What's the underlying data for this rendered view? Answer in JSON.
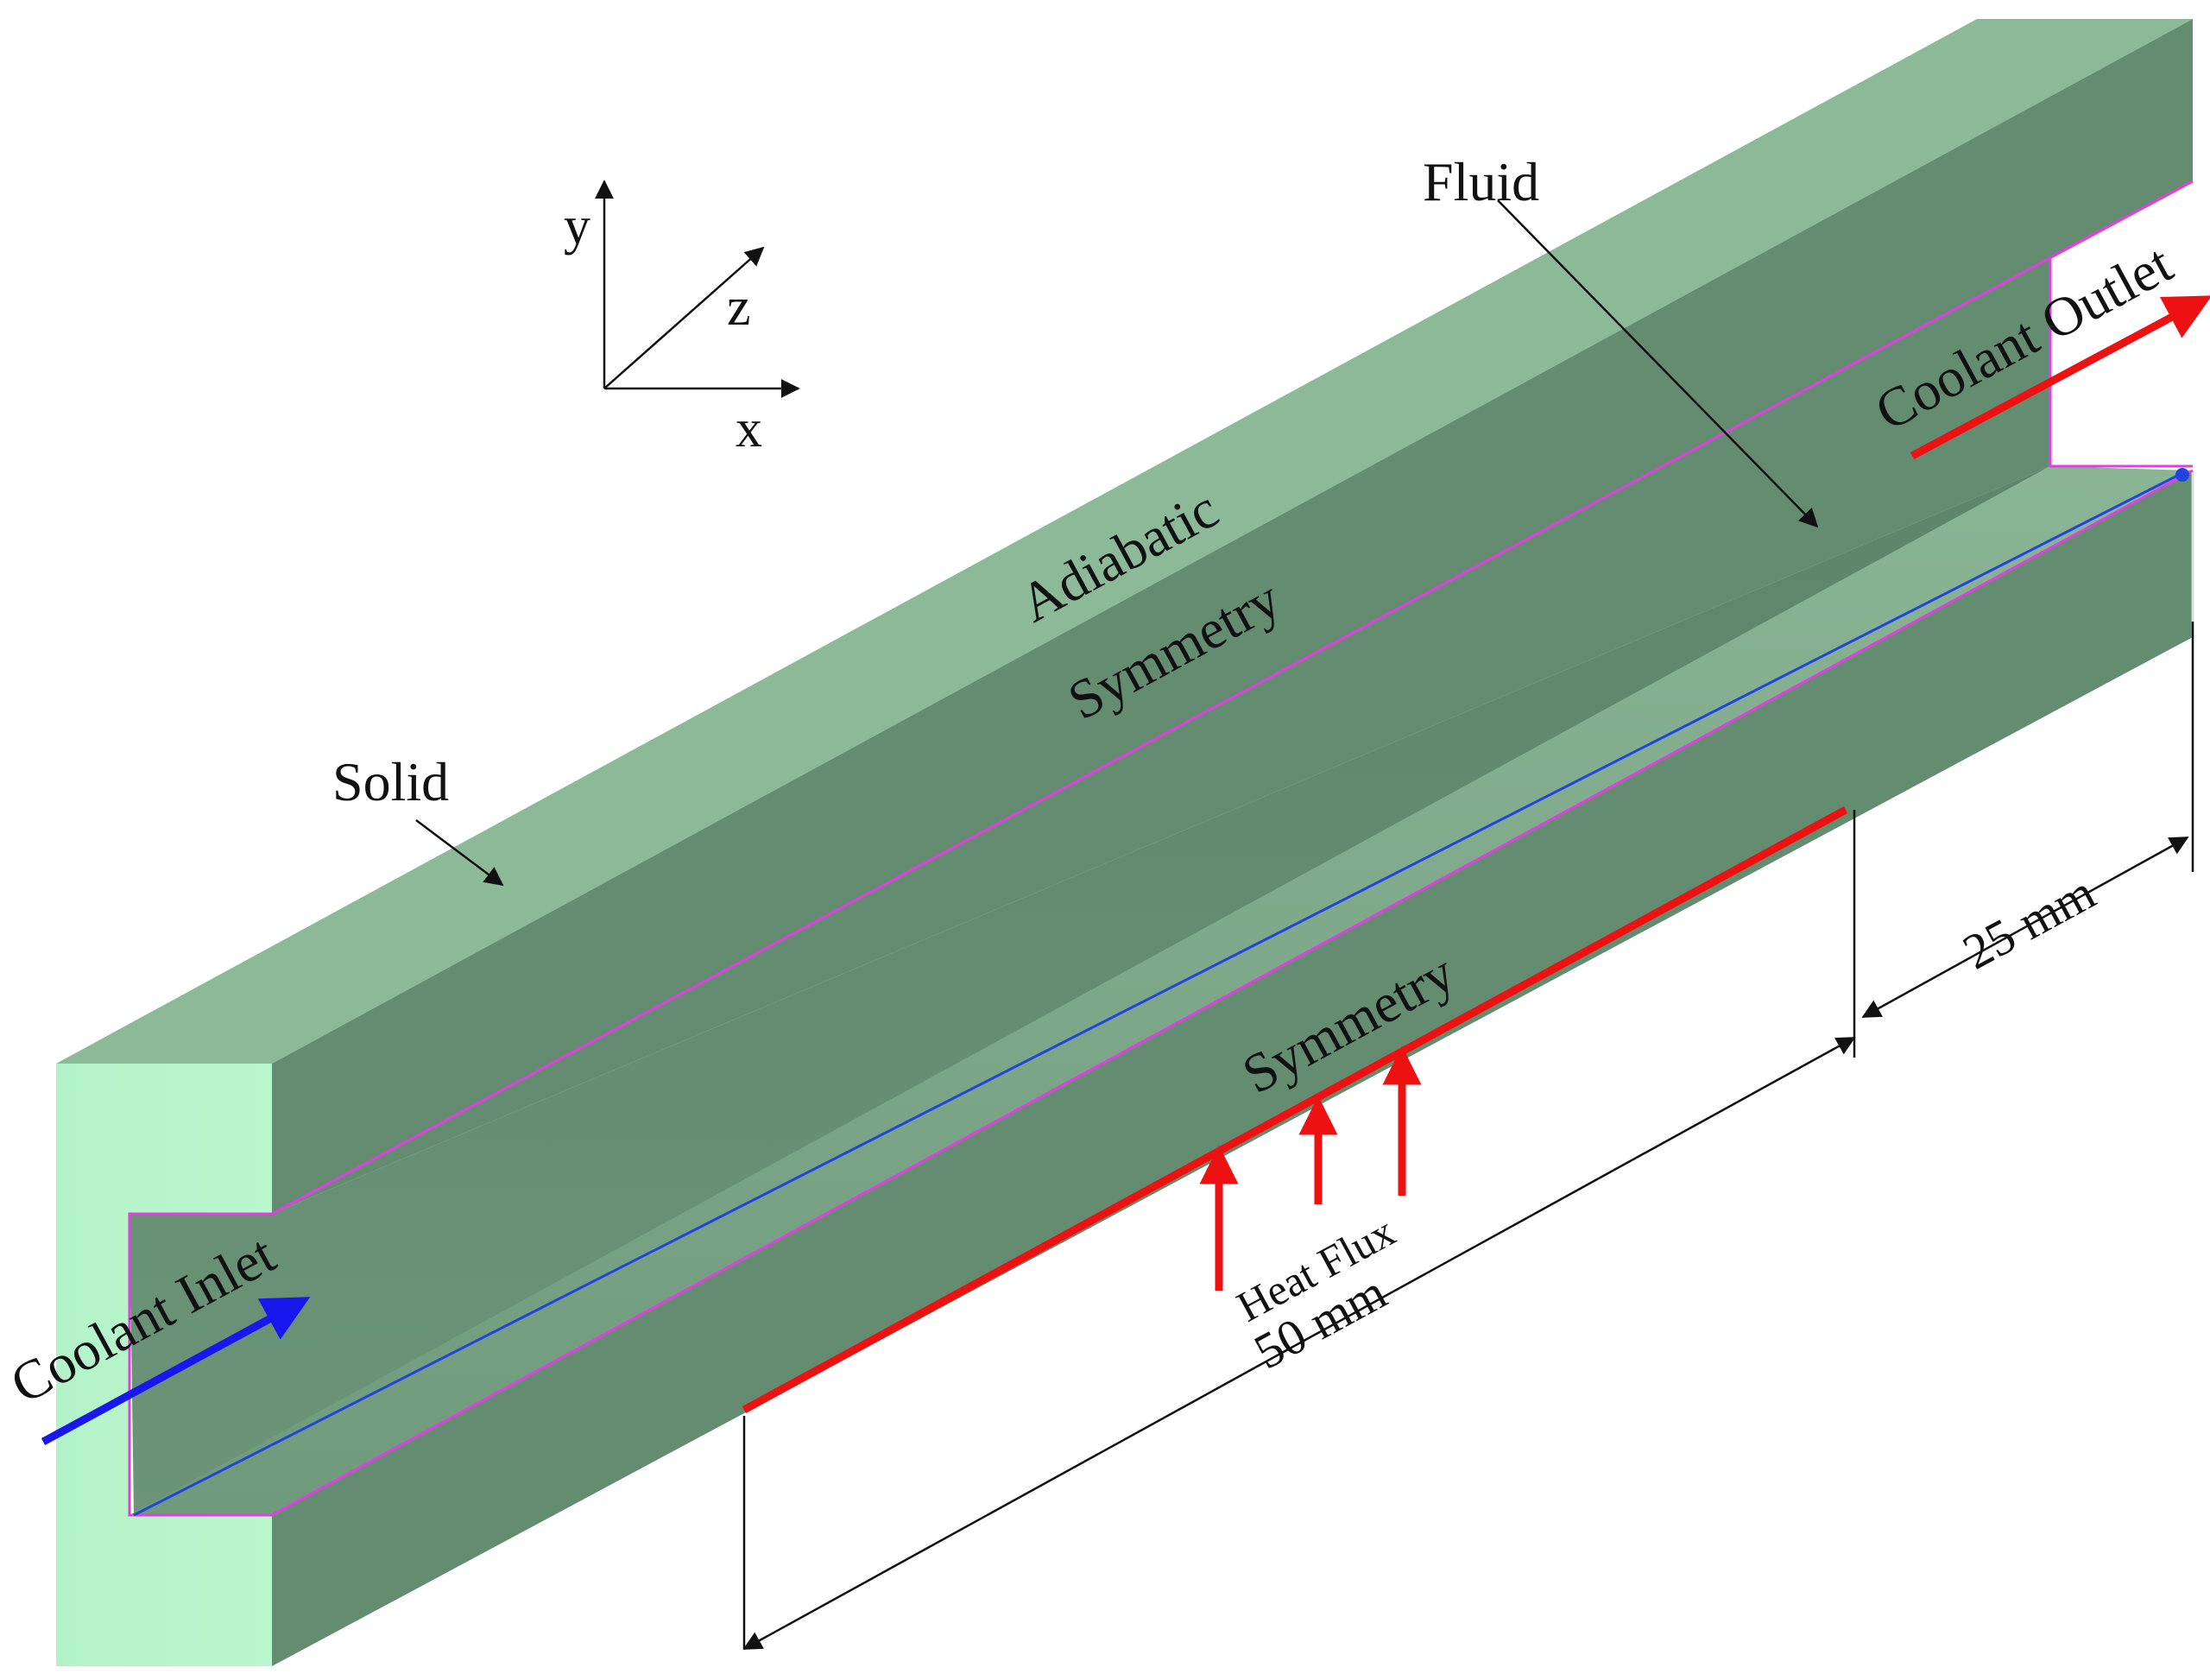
{
  "labels": {
    "fluid": "Fluid",
    "solid": "Solid",
    "adiabatic": "Adiabatic",
    "symmetry_top": "Symmetry",
    "symmetry_bottom": "Symmetry",
    "coolant_inlet": "Coolant Inlet",
    "coolant_outlet": "Coolant Outlet",
    "heat_flux": "Heat Flux",
    "dim_50": "50 mm",
    "dim_25": "25 mm"
  },
  "axes": {
    "y": "y",
    "z": "z",
    "x": "x"
  },
  "colors": {
    "solid_top": "#8cba98",
    "solid_front": "#b6f5cb",
    "fluid_dark": "#618a6e",
    "fluid_mid": "#6e9c7c",
    "interface_line": "#e040e0",
    "symmetry_plane_line": "#2244dd",
    "heat_flux": "#ee1111",
    "inlet_arrow": "#1818ee",
    "outlet_arrow": "#ee1111"
  },
  "icons": [
    "axis-triad-icon",
    "inlet-arrow-icon",
    "outlet-arrow-icon",
    "heat-flux-arrow-icon",
    "leader-arrow-icon"
  ]
}
